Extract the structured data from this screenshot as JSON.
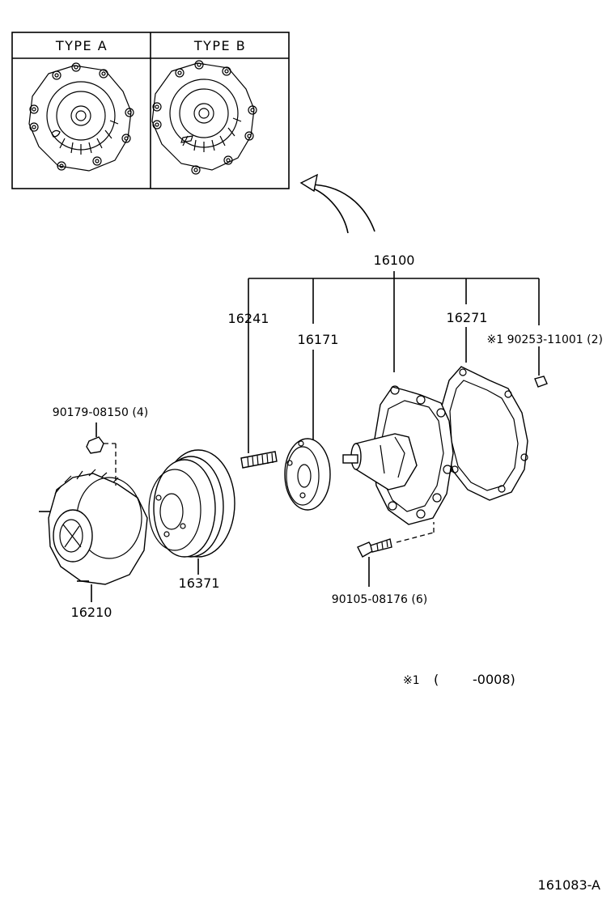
{
  "inset": {
    "type_a_label": "TYPE A",
    "type_b_label": "TYPE B"
  },
  "parts": {
    "assembly": "16100",
    "stud": "16241",
    "flange": "16171",
    "gasket": "16271",
    "plug": "※1 90253-11001 (2)",
    "fan_nut": "90179-08150 (4)",
    "pulley": "16371",
    "fan_coupling": "16210",
    "pump_bolt": "90105-08176 (6)"
  },
  "footnote": {
    "mark": "※1",
    "open_paren": "(",
    "range": "-0008)"
  },
  "diagram_id": "161083-A"
}
